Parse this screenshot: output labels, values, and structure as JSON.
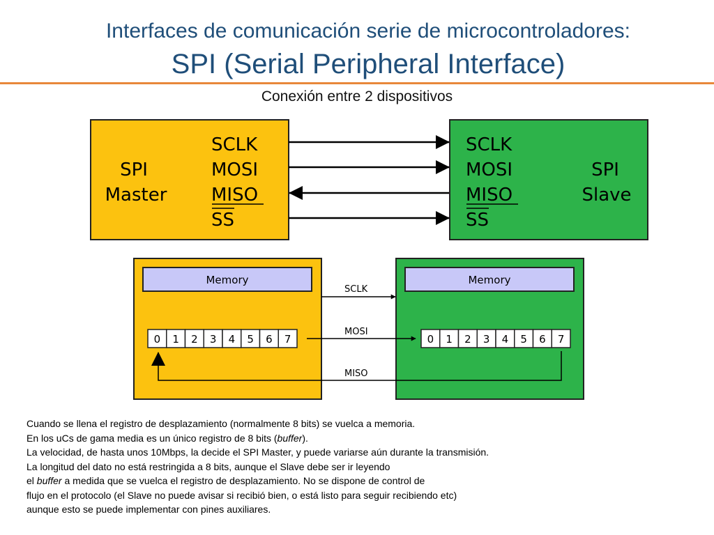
{
  "title_line1": "Interfaces de comunicación serie de microcontroladores:",
  "title_line2": "SPI (Serial Peripheral Interface)",
  "subtitle": "Conexión entre 2 dispositivos",
  "colors": {
    "master_fill": "#fcc20f",
    "slave_fill": "#2db34a",
    "memory_fill": "#c8c8f8",
    "title_blue": "#1f4e79",
    "rule_orange": "#e8883a"
  },
  "top_diagram": {
    "master_label_1": "SPI",
    "master_label_2": "Master",
    "slave_label_1": "SPI",
    "slave_label_2": "Slave",
    "signals": [
      "SCLK",
      "MOSI",
      "MISO",
      "SS"
    ]
  },
  "bottom_diagram": {
    "memory_label_master": "Memory",
    "memory_label_slave": "Memory",
    "register_bits": [
      "0",
      "1",
      "2",
      "3",
      "4",
      "5",
      "6",
      "7"
    ],
    "signal_sclk": "SCLK",
    "signal_mosi": "MOSI",
    "signal_miso": "MISO"
  },
  "body": {
    "line1": "Cuando se llena el registro de desplazamiento (normalmente 8 bits) se vuelca a memoria.",
    "line2_pre": "En los uCs de gama media es un único registro de 8 bits (",
    "line2_em": "buffer",
    "line2_post": ").",
    "line3": "La velocidad, de hasta unos 10Mbps, la decide el SPI Master, y puede variarse aún durante la transmisión.",
    "line4": "La longitud del dato no está restringida a 8 bits, aunque el Slave debe ser ir leyendo",
    "line5_pre": "el ",
    "line5_em": "buffer",
    "line5_post": " a medida que se vuelca el registro de desplazamiento. No se dispone de control de",
    "line6": "flujo en el protocolo (el Slave no puede avisar si recibió bien, o está listo para seguir recibiendo etc)",
    "line7": "aunque esto se puede implementar con pines auxiliares."
  }
}
